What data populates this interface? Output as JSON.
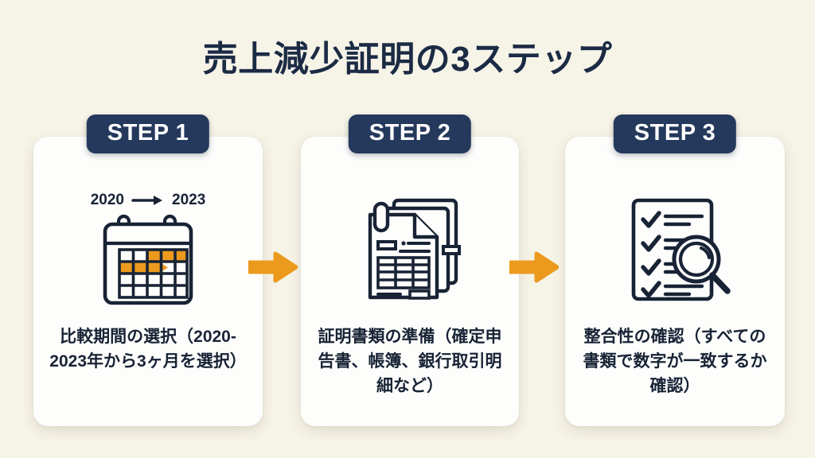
{
  "page": {
    "title": "売上減少証明の3ステップ",
    "background_color": "#f6f3e7",
    "accent_navy": "#24395c",
    "accent_orange": "#eb9a1e",
    "card_color": "#fdfdfc"
  },
  "steps": [
    {
      "badge": "STEP 1",
      "icon": "calendar-range-icon",
      "year_from": "2020",
      "year_to": "2023",
      "year_arrow_icon": "arrow-right-icon",
      "caption": "比較期間の選択（2020-2023年から3ヶ月を選択）"
    },
    {
      "badge": "STEP 2",
      "icon": "document-stack-icon",
      "caption": "証明書類の準備（確定申告書、帳簿、銀行取引明細など）"
    },
    {
      "badge": "STEP 3",
      "icon": "checklist-magnifier-icon",
      "caption": "整合性の確認（すべての書類で数字が一致するか確認）"
    }
  ],
  "connectors": [
    {
      "icon": "arrow-right-icon",
      "color": "#eb9a1e"
    },
    {
      "icon": "arrow-right-icon",
      "color": "#eb9a1e"
    }
  ]
}
